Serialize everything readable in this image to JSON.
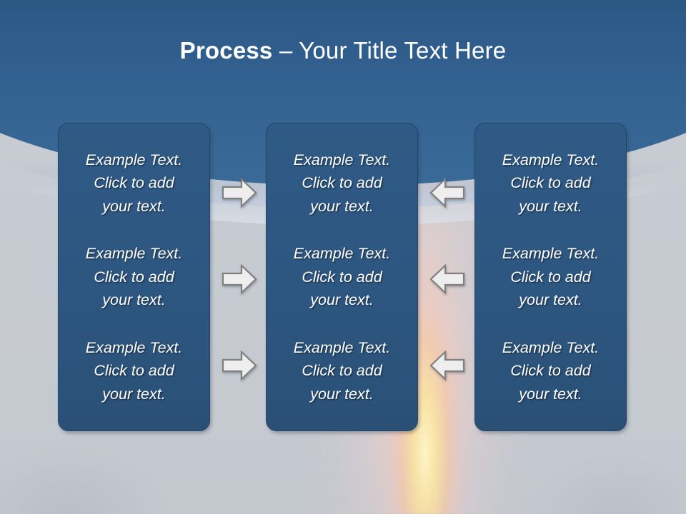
{
  "slide": {
    "title": {
      "strong": "Process",
      "rest": " – Your Title Text Here"
    },
    "theme": {
      "sky_top_color": "#1d3f66",
      "sky_bottom_color": "#3a6a98",
      "background_color": "#c8ccd3",
      "box_fill_color": "#2d5781",
      "box_border_color": "#24456a",
      "box_text_color": "#ffffff",
      "arrow_fill_color": "#eeeeee",
      "arrow_border_color": "#808080",
      "arc_band_color": "#b0bed4",
      "flame_color": "#ffe796"
    },
    "columns": [
      {
        "id": "column-left",
        "paragraphs": [
          "Example Text.\nClick  to add\nyour text.",
          "Example Text.\nClick  to add\nyour text.",
          "Example Text.\nClick  to add\nyour text."
        ]
      },
      {
        "id": "column-center",
        "paragraphs": [
          "Example Text.\nClick  to add\nyour text.",
          "Example Text.\nClick  to add\nyour text.",
          "Example Text.\nClick  to add\nyour text."
        ]
      },
      {
        "id": "column-right",
        "paragraphs": [
          "Example Text.\nClick  to add\nyour text.",
          "Example Text.\nClick  to add\nyour text.",
          "Example Text.\nClick  to add\nyour text."
        ]
      }
    ],
    "connectors": [
      {
        "id": "connector-left-to-center-1",
        "direction": "right"
      },
      {
        "id": "connector-left-to-center-2",
        "direction": "right"
      },
      {
        "id": "connector-left-to-center-3",
        "direction": "right"
      },
      {
        "id": "connector-right-to-center-1",
        "direction": "left"
      },
      {
        "id": "connector-right-to-center-2",
        "direction": "left"
      },
      {
        "id": "connector-right-to-center-3",
        "direction": "left"
      }
    ]
  }
}
